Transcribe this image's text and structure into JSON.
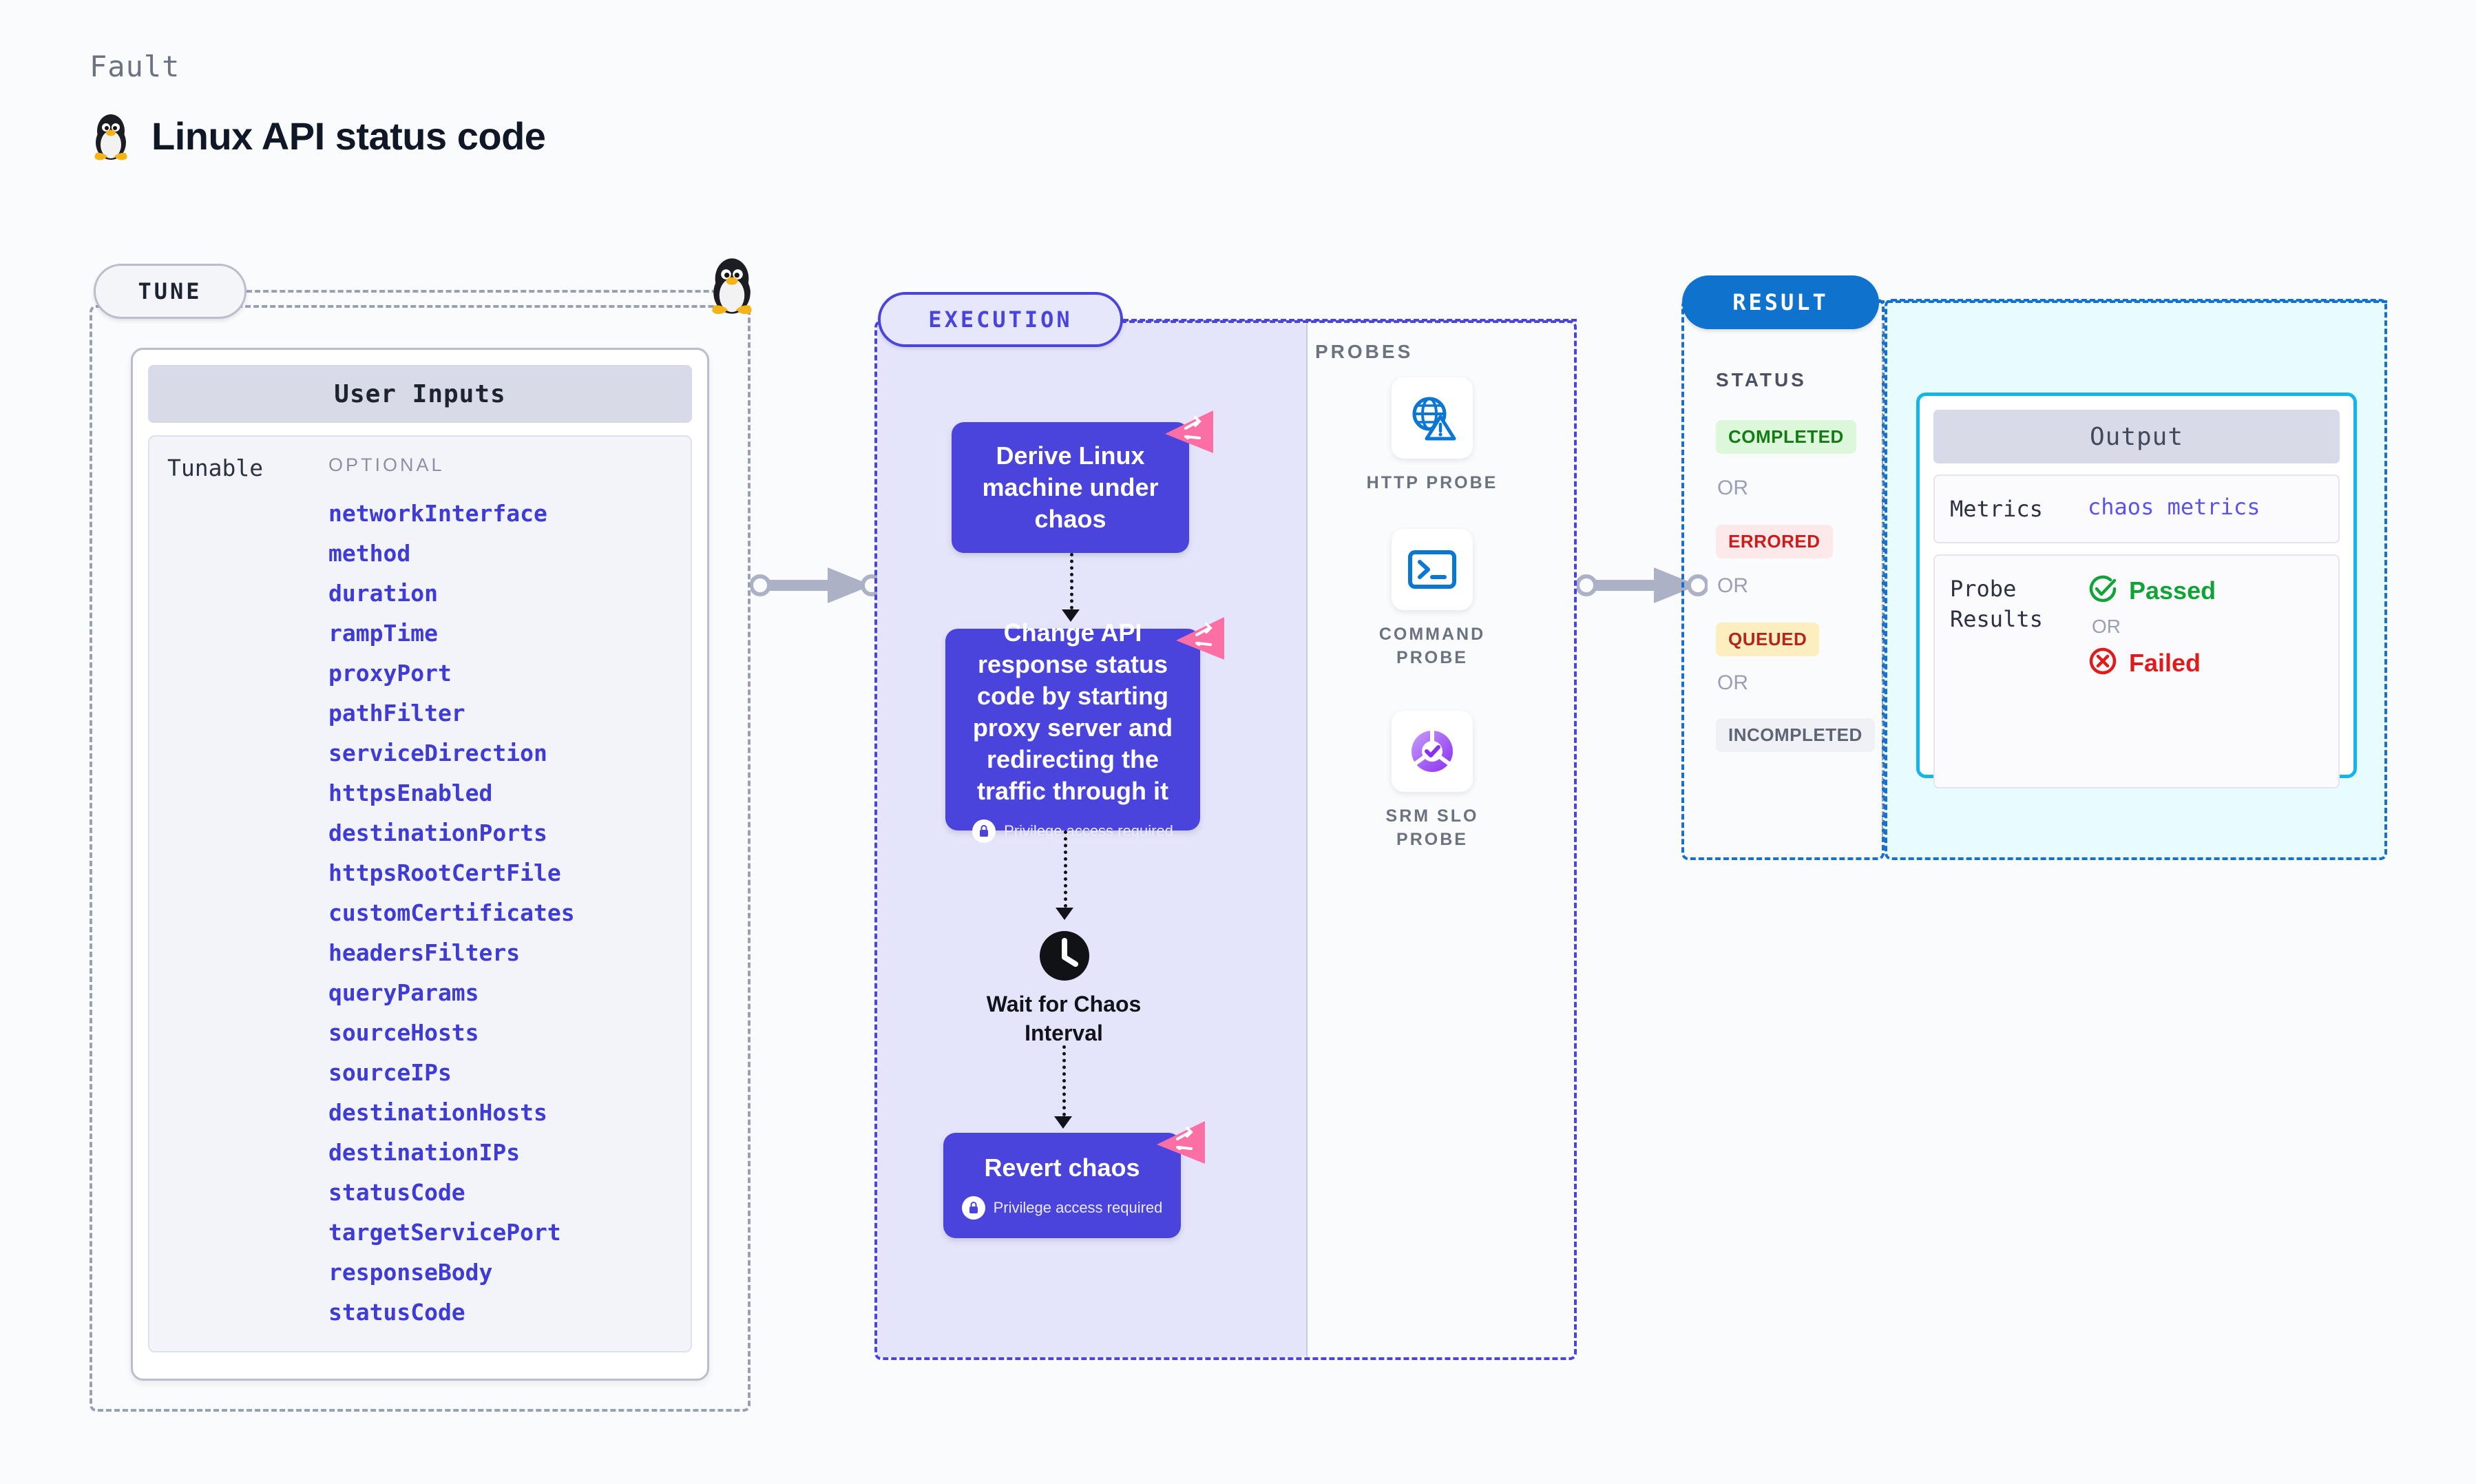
{
  "header": {
    "kicker": "Fault",
    "title": "Linux API status code",
    "icon": "linux-penguin-icon"
  },
  "tune": {
    "pill_label": "TUNE",
    "card_title": "User Inputs",
    "group_label": "Tunable",
    "optional_label": "OPTIONAL",
    "params": [
      "networkInterface",
      "method",
      "duration",
      "rampTime",
      "proxyPort",
      "pathFilter",
      "serviceDirection",
      "httpsEnabled",
      "destinationPorts",
      "httpsRootCertFile",
      "customCertificates",
      "headersFilters",
      "queryParams",
      "sourceHosts",
      "sourceIPs",
      "destinationHosts",
      "destinationIPs",
      "statusCode",
      "targetServicePort",
      "responseBody",
      "statusCode"
    ]
  },
  "execution": {
    "pill_label": "EXECUTION",
    "nodes": [
      {
        "title": "Derive Linux machine under chaos",
        "privilege": null,
        "chaos_badge": true
      },
      {
        "title": "Change API response status code by starting proxy server and redirecting the traffic through it",
        "privilege": "Privilege access required",
        "chaos_badge": true
      },
      {
        "title": "Revert chaos",
        "privilege": "Privilege access required",
        "chaos_badge": true
      }
    ],
    "wait": {
      "label": "Wait for Chaos Interval",
      "icon": "clock-icon"
    }
  },
  "probes": {
    "section_label": "PROBES",
    "items": [
      {
        "label": "HTTP PROBE",
        "icon": "globe-warning-icon"
      },
      {
        "label": "COMMAND PROBE",
        "icon": "terminal-icon"
      },
      {
        "label": "SRM SLO PROBE",
        "icon": "slo-donut-check-icon"
      }
    ]
  },
  "result": {
    "pill_label": "RESULT",
    "status_label": "STATUS",
    "or_label": "OR",
    "statuses": [
      {
        "label": "COMPLETED",
        "bg": "#ddf7db",
        "fg": "#137b14"
      },
      {
        "label": "ERRORED",
        "bg": "#fde9e9",
        "fg": "#cb1c1c"
      },
      {
        "label": "QUEUED",
        "bg": "#fdeec0",
        "fg": "#b4261c"
      },
      {
        "label": "INCOMPLETED",
        "bg": "#f0f1f6",
        "fg": "#5e6376"
      }
    ],
    "output": {
      "title": "Output",
      "metrics_key": "Metrics",
      "metrics_value": "chaos metrics",
      "probe_results_key": "Probe Results",
      "passed_label": "Passed",
      "failed_label": "Failed",
      "or_label": "OR"
    }
  },
  "colors": {
    "accent_purple": "#4a44dd",
    "accent_blue": "#1570cf",
    "accent_cyan": "#14b5e8",
    "pink_badge": "#fb6fa4",
    "param_text": "#3f3bd6",
    "muted": "#9aa0b4"
  }
}
